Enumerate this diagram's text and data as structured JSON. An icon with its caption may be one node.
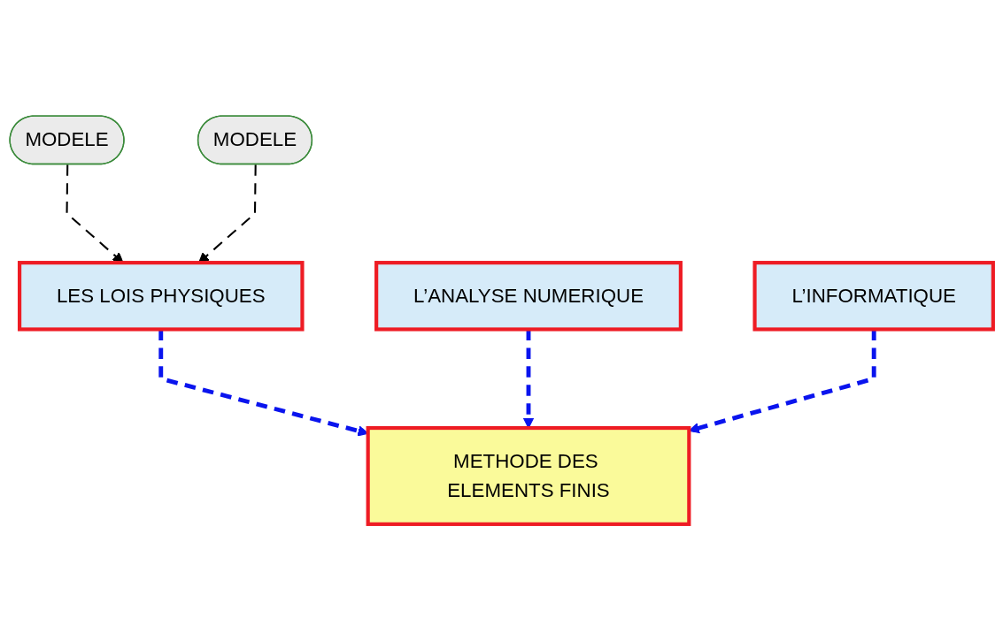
{
  "diagram": {
    "nodes": [
      {
        "text": [
          "MODELE"
        ]
      },
      {
        "text": [
          "MODELE"
        ]
      },
      {
        "text": [
          "LES LOIS PHYSIQUES"
        ]
      },
      {
        "text": [
          "L’ANALYSE NUMERIQUE"
        ]
      },
      {
        "text": [
          "L’INFORMATIQUE"
        ]
      },
      {
        "text": [
          "METHODE DES ELEMENTS FINIS"
        ]
      }
    ],
    "edges": [
      {
        "from": 0,
        "to": 2,
        "arrow": "to",
        "style": "dashed",
        "color": "#000000"
      },
      {
        "from": 1,
        "to": 2,
        "arrow": "to",
        "style": "dashed",
        "color": "#000000"
      },
      {
        "from": 2,
        "to": 5,
        "arrow": "to",
        "style": "dashed"
      },
      {
        "from": 3,
        "to": 5,
        "arrow": "to",
        "style": "dashed"
      },
      {
        "from": 4,
        "to": 5,
        "arrow": "to",
        "style": "dashed"
      }
    ]
  }
}
